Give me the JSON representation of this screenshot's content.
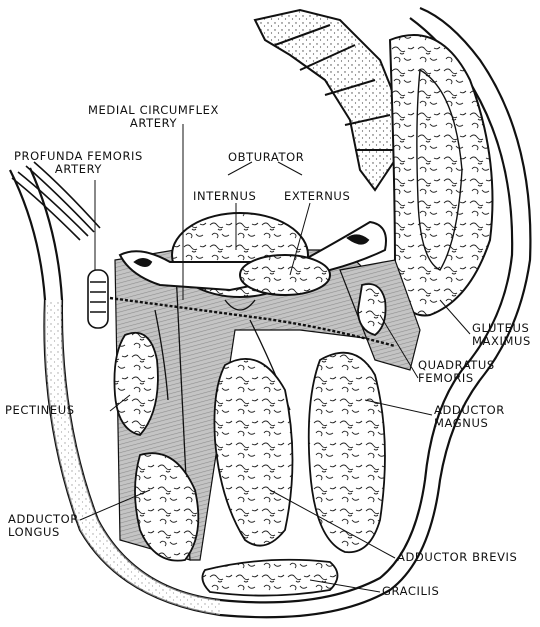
{
  "labels": {
    "medial_circumflex_artery": [
      "MEDIAL CIRCUMFLEX",
      "ARTERY"
    ],
    "profunda_femoris_artery": [
      "PROFUNDA FEMORIS",
      "ARTERY"
    ],
    "obturator": "OBTURATOR",
    "internus": "INTERNUS",
    "externus": "EXTERNUS",
    "gluteus_maximus": [
      "GLUTEUS",
      "MAXIMUS"
    ],
    "quadratus_femoris": [
      "QUADRATUS",
      "FEMORIS"
    ],
    "pectineus": "PECTINEUS",
    "adductor_magnus": [
      "ADDUCTOR",
      "MAGNUS"
    ],
    "adductor_longus": [
      "ADDUCTOR",
      "LONGUS"
    ],
    "adductor_brevis": "ADDUCTOR BREVIS",
    "gracilis": "GRACILIS"
  },
  "colors": {
    "ink": "#111111",
    "shade": "#bdbdbd",
    "stipple": "#7a7a7a",
    "paper": "#ffffff"
  }
}
